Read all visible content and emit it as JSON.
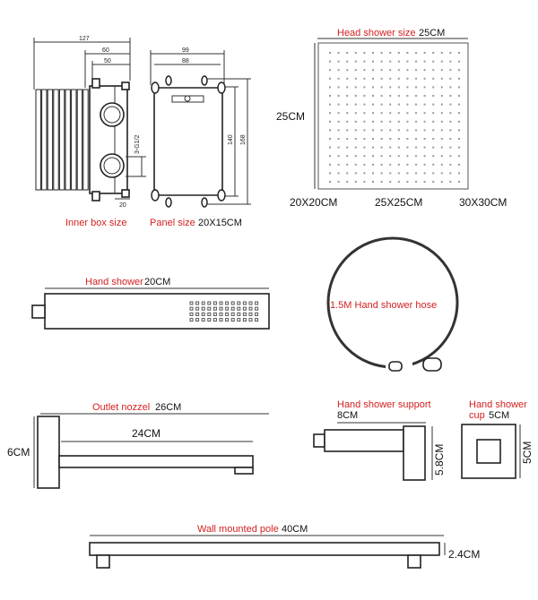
{
  "inner_box": {
    "label": "Inner box size",
    "dims": {
      "d127": "127",
      "d60": "60",
      "d50": "50",
      "d20": "20",
      "thread": "3-G1/2"
    }
  },
  "panel": {
    "label": "Panel size",
    "size": "20X15CM",
    "dims": {
      "d99": "99",
      "d88": "88",
      "d140": "140",
      "d168": "168"
    }
  },
  "head_shower": {
    "label": "Head shower size",
    "size": "25CM",
    "side": "25CM",
    "options": [
      "20X20CM",
      "25X25CM",
      "30X30CM"
    ]
  },
  "hand_shower": {
    "label": "Hand shower",
    "size": "20CM"
  },
  "hose": {
    "label": "1.5M Hand shower hose"
  },
  "outlet_nozzle": {
    "label": "Outlet nozzel",
    "size": "26CM",
    "length": "24CM",
    "height": "6CM"
  },
  "support": {
    "label": "Hand shower support",
    "size": "8CM",
    "height": "5.8CM"
  },
  "cup": {
    "label_line1": "Hand shower",
    "label_line2": "cup",
    "size": "5CM",
    "height": "5CM"
  },
  "pole": {
    "label": "Wall mounted pole",
    "size": "40CM",
    "height": "2.4CM"
  }
}
